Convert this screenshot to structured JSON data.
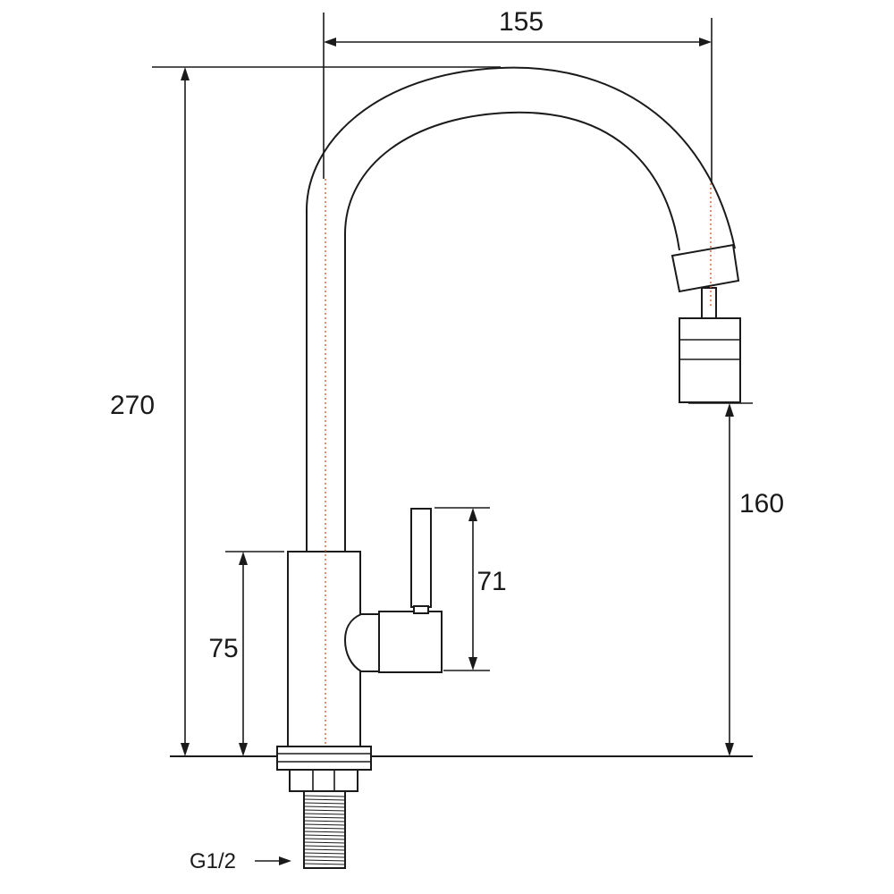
{
  "diagram": {
    "dimensions": {
      "spout_reach": "155",
      "total_height": "270",
      "outlet_height": "160",
      "lever_height": "71",
      "body_height": "75"
    },
    "connector_label": "G1/2"
  },
  "colors": {
    "line": "#1a1a1a",
    "centerline": "#d9603b"
  }
}
